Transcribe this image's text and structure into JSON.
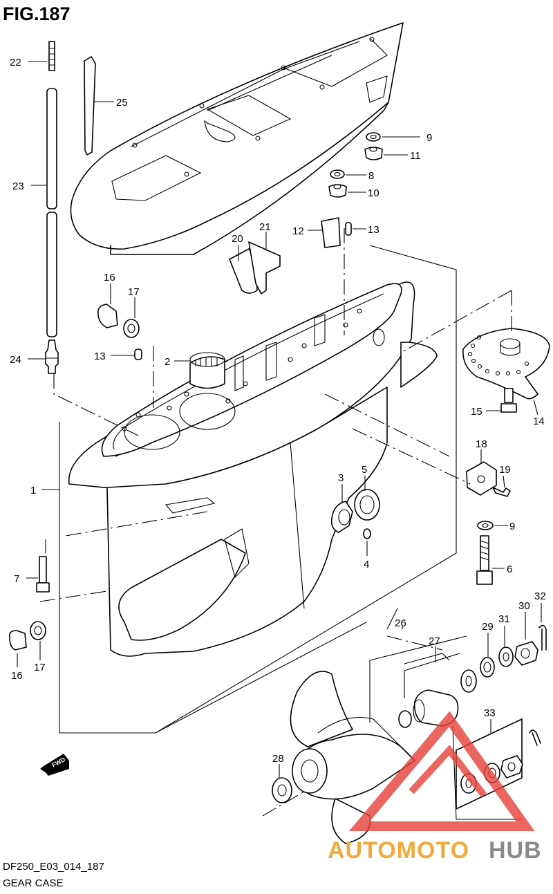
{
  "figure": {
    "title": "FIG.187",
    "code": "DF250_E03_014_187",
    "caption": "GEAR CASE"
  },
  "watermark": {
    "part1": "AUTOMOTO",
    "part2": "HUB",
    "colors": {
      "part1": "#f2a93b",
      "part2": "#8a8a8a",
      "logo": "#e8413a"
    }
  },
  "direction_badge": "FWD",
  "callouts": [
    {
      "id": "c22",
      "text": "22"
    },
    {
      "id": "c25",
      "text": "25"
    },
    {
      "id": "c23",
      "text": "23"
    },
    {
      "id": "c24",
      "text": "24"
    },
    {
      "id": "c16a",
      "text": "16"
    },
    {
      "id": "c17a",
      "text": "17"
    },
    {
      "id": "c13a",
      "text": "13"
    },
    {
      "id": "c2",
      "text": "2"
    },
    {
      "id": "c20",
      "text": "20"
    },
    {
      "id": "c21",
      "text": "21"
    },
    {
      "id": "c12",
      "text": "12"
    },
    {
      "id": "c13b",
      "text": "13"
    },
    {
      "id": "c9a",
      "text": "9"
    },
    {
      "id": "c11",
      "text": "11"
    },
    {
      "id": "c8",
      "text": "8"
    },
    {
      "id": "c10",
      "text": "10"
    },
    {
      "id": "c15",
      "text": "15"
    },
    {
      "id": "c14",
      "text": "14"
    },
    {
      "id": "c18",
      "text": "18"
    },
    {
      "id": "c19",
      "text": "19"
    },
    {
      "id": "c1",
      "text": "1"
    },
    {
      "id": "c3",
      "text": "3"
    },
    {
      "id": "c5",
      "text": "5"
    },
    {
      "id": "c4",
      "text": "4"
    },
    {
      "id": "c9b",
      "text": "9"
    },
    {
      "id": "c6",
      "text": "6"
    },
    {
      "id": "c7",
      "text": "7"
    },
    {
      "id": "c16b",
      "text": "16"
    },
    {
      "id": "c17b",
      "text": "17"
    },
    {
      "id": "c26",
      "text": "26"
    },
    {
      "id": "c27",
      "text": "27"
    },
    {
      "id": "c29",
      "text": "29"
    },
    {
      "id": "c31",
      "text": "31"
    },
    {
      "id": "c30",
      "text": "30"
    },
    {
      "id": "c32",
      "text": "32"
    },
    {
      "id": "c33",
      "text": "33"
    },
    {
      "id": "c28",
      "text": "28"
    }
  ]
}
